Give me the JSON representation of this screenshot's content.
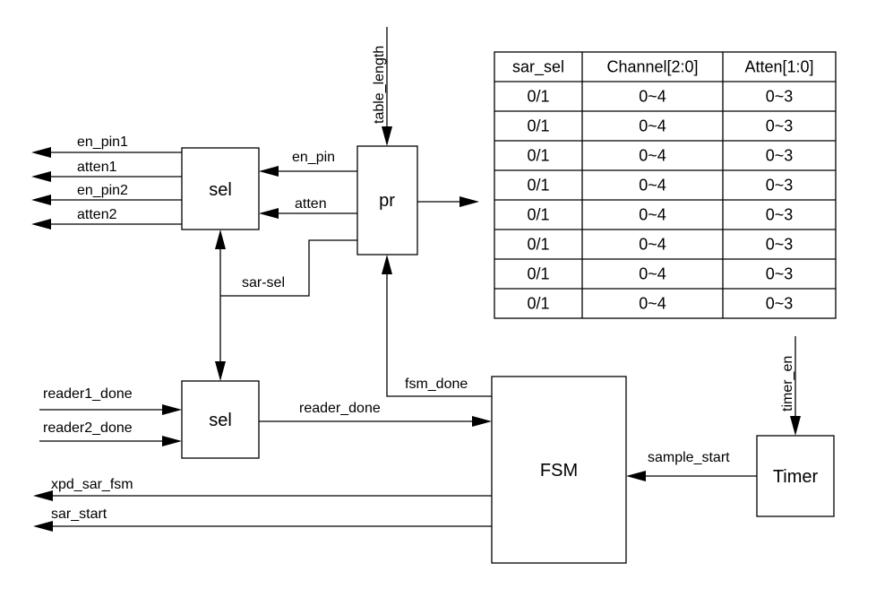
{
  "blocks": {
    "sel_top": "sel",
    "pr": "pr",
    "sel_bottom": "sel",
    "fsm": "FSM",
    "timer": "Timer"
  },
  "signals": {
    "en_pin1": "en_pin1",
    "atten1": "atten1",
    "en_pin2": "en_pin2",
    "atten2": "atten2",
    "en_pin": "en_pin",
    "atten": "atten",
    "table_length": "table_length",
    "sar_sel": "sar-sel",
    "reader1_done": "reader1_done",
    "reader2_done": "reader2_done",
    "reader_done": "reader_done",
    "fsm_done": "fsm_done",
    "xpd_sar_fsm": "xpd_sar_fsm",
    "sar_start": "sar_start",
    "sample_start": "sample_start",
    "timer_en": "timer_en"
  },
  "table": {
    "headers": [
      "sar_sel",
      "Channel[2:0]",
      "Atten[1:0]"
    ],
    "rows": [
      [
        "0/1",
        "0~4",
        "0~3"
      ],
      [
        "0/1",
        "0~4",
        "0~3"
      ],
      [
        "0/1",
        "0~4",
        "0~3"
      ],
      [
        "0/1",
        "0~4",
        "0~3"
      ],
      [
        "0/1",
        "0~4",
        "0~3"
      ],
      [
        "0/1",
        "0~4",
        "0~3"
      ],
      [
        "0/1",
        "0~4",
        "0~3"
      ],
      [
        "0/1",
        "0~4",
        "0~3"
      ]
    ]
  }
}
